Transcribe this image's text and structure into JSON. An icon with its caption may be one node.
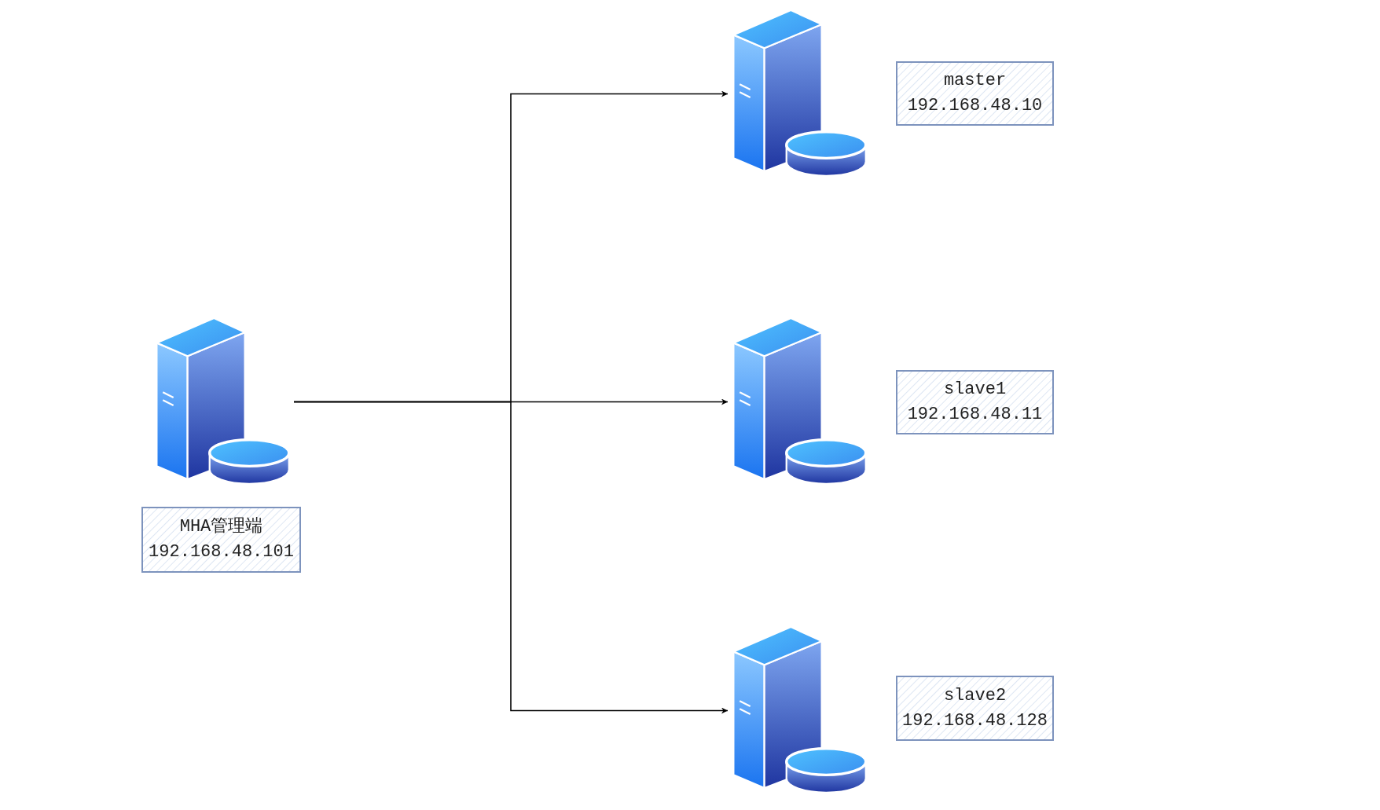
{
  "diagram": {
    "nodes": [
      {
        "text": [],
        "shape": "picture"
      },
      {
        "text": [
          "master",
          "192.168.48.10"
        ]
      },
      {
        "text": [],
        "shape": "picture"
      },
      {
        "text": [],
        "shape": "picture"
      },
      {
        "text": [
          "slave1",
          "192.168.48.11"
        ]
      },
      {
        "text": [
          "MHA管理端",
          "192.168.48.101"
        ]
      },
      {
        "text": [],
        "shape": "picture"
      },
      {
        "text": [
          "slave2",
          "192.168.48.128"
        ]
      }
    ],
    "edges": [
      {
        "from": 2,
        "to": 0,
        "arrow": "to"
      },
      {
        "from": 2,
        "to": 3,
        "arrow": "to"
      },
      {
        "from": 2,
        "to": 6,
        "arrow": "to"
      }
    ]
  }
}
